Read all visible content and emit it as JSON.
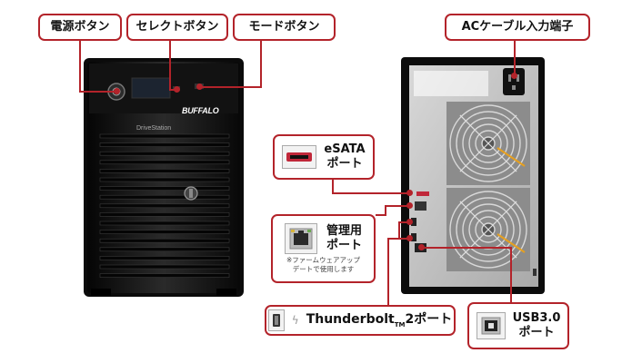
{
  "callouts": {
    "power_button": "電源ボタン",
    "select_button": "セレクトボタン",
    "mode_button": "モードボタン",
    "ac_cable_inlet": "ACケーブル入力端子",
    "esata_line1": "eSATA",
    "esata_line2": "ポート",
    "mgmt_line1": "管理用",
    "mgmt_line2": "ポート",
    "mgmt_note_line1": "※ファームウェアアップ",
    "mgmt_note_line2": "デートで使用します",
    "thunderbolt_main": "Thunderbolt",
    "thunderbolt_tm": "TM",
    "thunderbolt_suffix": "2ポート",
    "usb_line1": "USB3.0",
    "usb_line2": "ポート"
  },
  "device_front": {
    "brand": "BUFFALO",
    "model": "DriveStation"
  },
  "colors": {
    "accent": "#b3232a",
    "device_body": "#141414",
    "rear_panel": "#c9c9c9"
  },
  "icons": [
    "power-icon",
    "key-lock-icon",
    "fan-icon",
    "esata-port-icon",
    "ethernet-port-icon",
    "thunderbolt-icon",
    "usb-b-port-icon",
    "ac-inlet-icon"
  ]
}
